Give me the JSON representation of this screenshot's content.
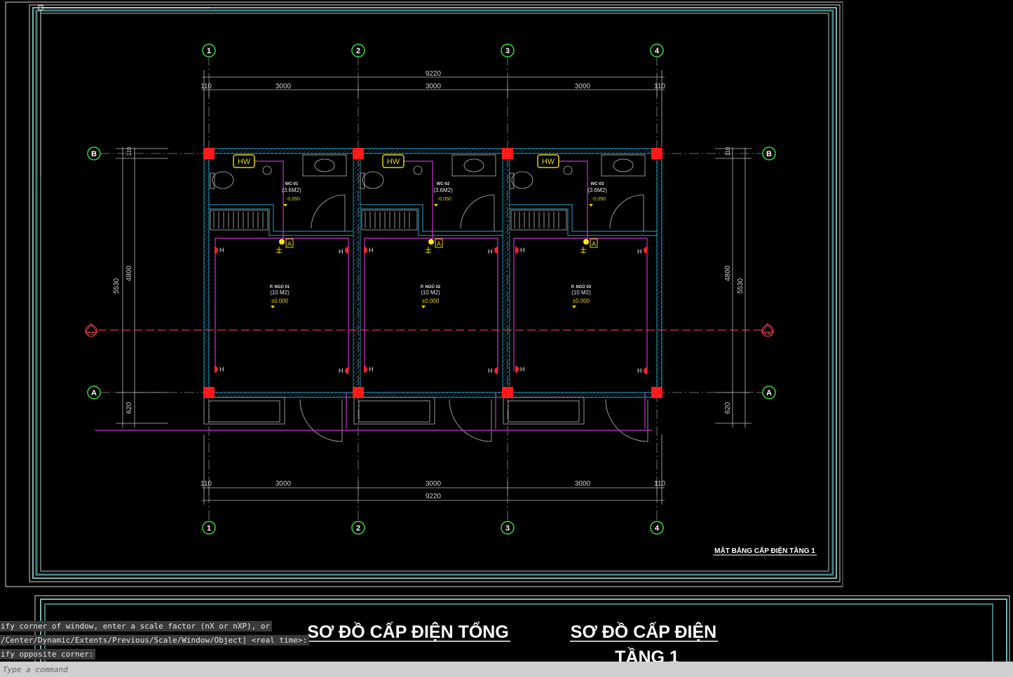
{
  "drawing": {
    "title": "MẶT BẰNG CẤP ĐIỆN TẦNG 1",
    "grid_columns": [
      "1",
      "2",
      "3",
      "4"
    ],
    "grid_rows": [
      "B",
      "A"
    ],
    "dim_total": "9220",
    "dim_edge": "110",
    "dim_bay": "3000",
    "dim_height_inner": "4800",
    "dim_height_total": "5530",
    "dim_bottom": "620",
    "fixture_hw": "HW",
    "fixture_a": "A",
    "fixture_h": "H",
    "wc_area": "(3.6M2)",
    "wc_level": "-0.050",
    "room_area": "(10 M2)",
    "room_level": "±0.000",
    "wc_labels": [
      "WC-01",
      "WC-02",
      "WC-03"
    ],
    "room_labels": [
      "P. NGỦ 01",
      "P. NGỦ 02",
      "P. NGỦ 03"
    ],
    "section_tag": "01-A1"
  },
  "sheet_titles": {
    "left": "SƠ ĐỒ CẤP ĐIỆN TỔNG",
    "right_line1": "SƠ ĐỒ CẤP ĐIỆN",
    "right_line2": "TẦNG 1"
  },
  "command": {
    "history": [
      "ify corner of window, enter a scale factor (nX or nXP), or",
      "/Center/Dynamic/Extents/Previous/Scale/Window/Object] <real time>:",
      "ify opposite corner:"
    ],
    "placeholder": "Type a command"
  },
  "colors": {
    "background": "#000000",
    "frame": "#5a9a9a",
    "grid_bubble": "#33dd33",
    "wall": "#33aacc",
    "wire": "#cc33cc",
    "column": "#ff1a1a",
    "fixture_yellow": "#e6d200",
    "dimension": "#c8c8c8",
    "section_red": "#ff4444"
  }
}
